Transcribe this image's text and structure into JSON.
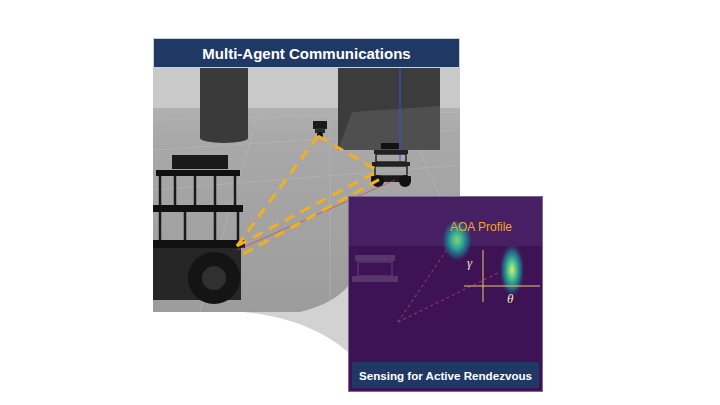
{
  "diagram": {
    "nodes": [
      {
        "text": [
          "Multi-Agent Communications"
        ]
      },
      {
        "text": [
          "Sensing for Active Rendezvous"
        ]
      }
    ],
    "labels": [
      "AOA Profile",
      "γ",
      "θ"
    ]
  }
}
